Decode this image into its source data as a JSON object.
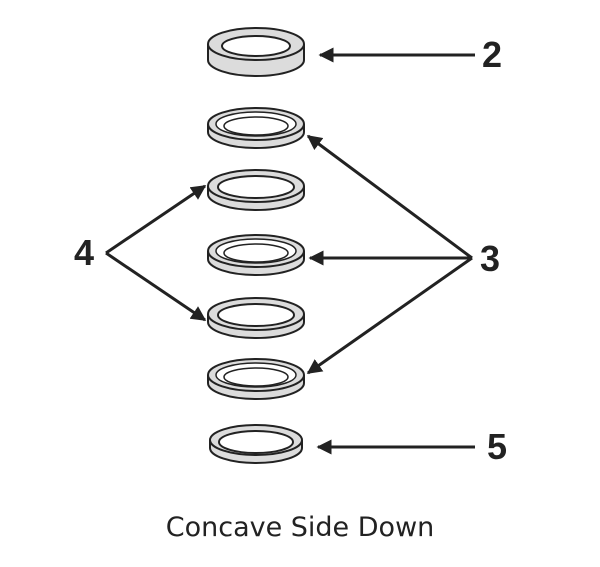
{
  "callouts": {
    "label_2": "2",
    "label_3": "3",
    "label_4": "4",
    "label_5": "5"
  },
  "caption": "Concave Side Down",
  "colors": {
    "ink": "#222222",
    "washer_fill": "#dcdcdc",
    "background": "#ffffff"
  }
}
